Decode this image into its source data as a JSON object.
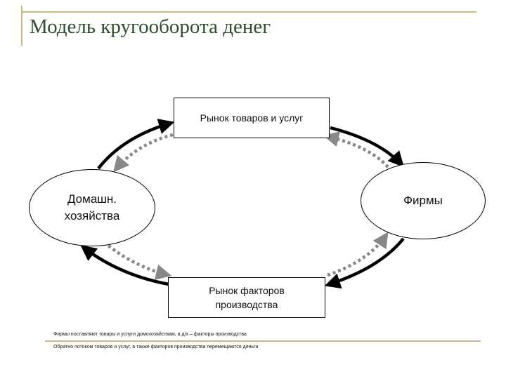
{
  "title": "Модель кругооборота денег",
  "nodes": {
    "goods_market": "Рынок товаров и услуг",
    "households_line1": "Домашн.",
    "households_line2": "хозяйства",
    "firms": "Фирмы",
    "factor_market_line1": "Рынок факторов",
    "factor_market_line2": "производства"
  },
  "notes": {
    "line1": "Фирмы поставляют товары и услуги домохозяйствам, а д/х – факторы производства",
    "line2": "Обратно потоком товаров и услуг, а также факторов производства перемещаются деньги"
  },
  "colors": {
    "frame": "#c9b98a",
    "title": "#2f4f2f",
    "solid_arrow": "#000000",
    "dashed_arrow": "#888888"
  }
}
